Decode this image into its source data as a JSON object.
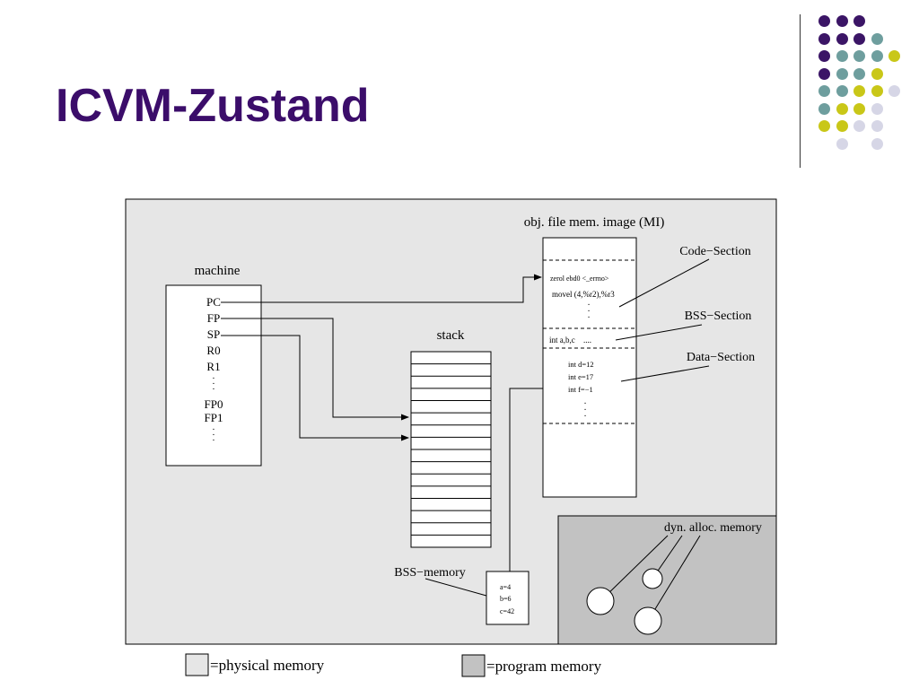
{
  "slide": {
    "title": "ICVM-Zustand"
  },
  "decor": {
    "dot_colors": {
      "purple": "#3b1566",
      "teal": "#6e9e9e",
      "yellow": "#c9c718",
      "lavender": "#d6d6e6"
    }
  },
  "diagram": {
    "colors": {
      "physical": "#e6e6e6",
      "program": "#c2c2c2"
    },
    "machine": {
      "title": "machine",
      "registers": [
        "PC",
        "FP",
        "SP",
        "R0",
        "R1",
        "FP0",
        "FP1"
      ]
    },
    "stack": {
      "title": "stack"
    },
    "mi": {
      "title": "obj. file mem. image (MI)",
      "code_lines": [
        "zerol ebd0 <_errno>",
        "movel (4,%r2),%r3"
      ],
      "bss_line": "int a,b,c",
      "bss_ellipsis": "....",
      "data_lines": [
        "int d=12",
        "int e=17",
        "int f=−1"
      ]
    },
    "section_labels": {
      "code": "Code−Section",
      "bss": "BSS−Section",
      "data": "Data−Section"
    },
    "bss_memory": {
      "label": "BSS−memory",
      "values": [
        "a=4",
        "b=6",
        "c=42"
      ]
    },
    "dyn": {
      "title": "dyn. alloc. memory"
    },
    "legend": {
      "physical": "=physical memory",
      "program": "=program memory"
    }
  }
}
